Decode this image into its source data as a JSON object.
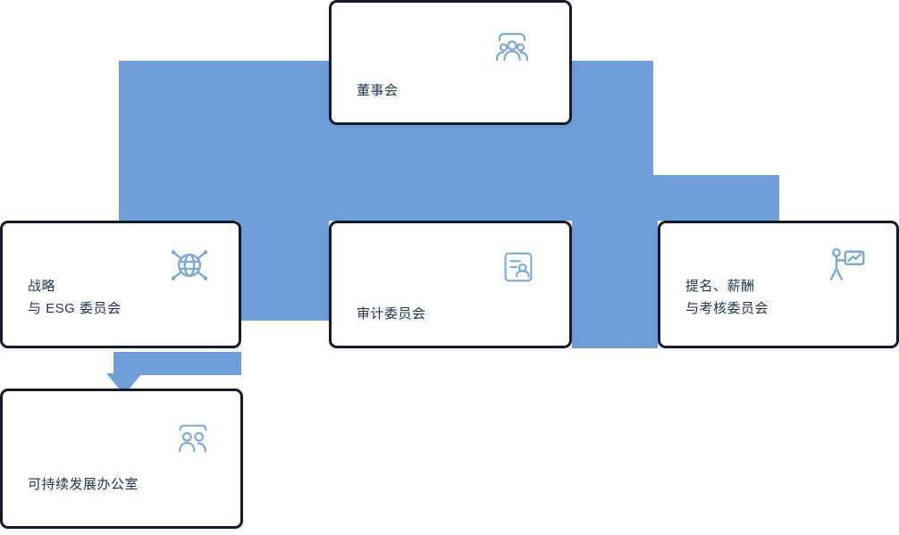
{
  "diagram": {
    "type": "org-chart",
    "colors": {
      "connector_blue": "#6f9ed9",
      "card_border": "#151b29",
      "label_text": "#233550",
      "icon_blue": "#7da8dc",
      "card_background": "#ffffff"
    },
    "nodes": {
      "board": {
        "label": "董事会",
        "icon": "people-group-icon"
      },
      "strategy": {
        "label_line1": "战略",
        "label_line2": "与 ESG 委员会",
        "icon": "globe-network-icon"
      },
      "audit": {
        "label": "审计委员会",
        "icon": "audit-profile-icon"
      },
      "nomination": {
        "label_line1": "提名、薪酬",
        "label_line2": "与考核委员会",
        "icon": "presenter-chart-icon"
      },
      "sustainability": {
        "label": "可持续发展办公室",
        "icon": "team-icon"
      }
    },
    "edges": [
      {
        "from": "board",
        "to": "strategy"
      },
      {
        "from": "board",
        "to": "audit"
      },
      {
        "from": "board",
        "to": "nomination"
      },
      {
        "from": "strategy",
        "to": "sustainability"
      }
    ]
  }
}
